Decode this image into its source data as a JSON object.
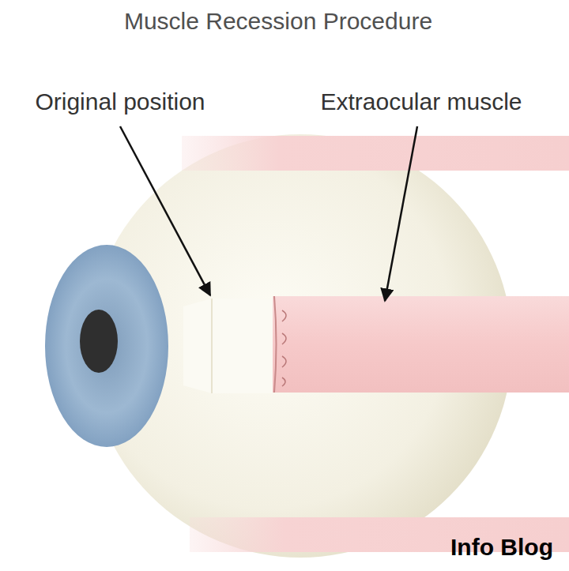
{
  "diagram": {
    "title": "Muscle Recession Procedure",
    "labels": [
      "Original position",
      "Extraocular muscle",
      "Info Blog"
    ]
  }
}
